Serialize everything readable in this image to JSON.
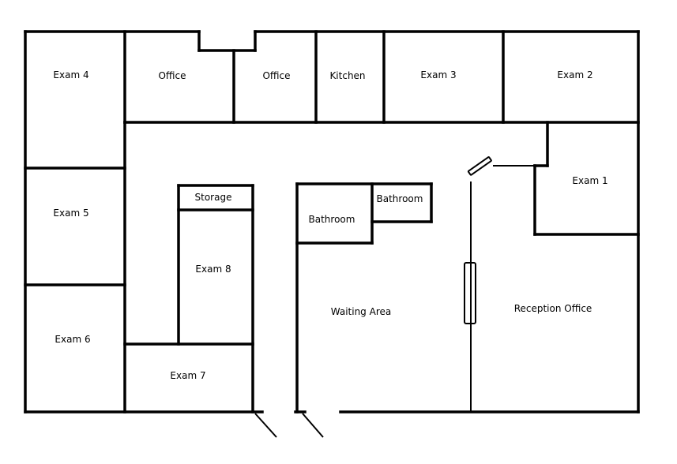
{
  "rooms": {
    "exam4": "Exam 4",
    "office_left": "Office",
    "office_right": "Office",
    "kitchen": "Kitchen",
    "exam3": "Exam 3",
    "exam2": "Exam 2",
    "exam5": "Exam 5",
    "exam6": "Exam 6",
    "storage": "Storage",
    "exam8": "Exam 8",
    "exam7": "Exam 7",
    "bathroom_left": "Bathroom",
    "bathroom_right": "Bathroom",
    "waiting_area": "Waiting Area",
    "exam1": "Exam 1",
    "reception_office": "Reception Office"
  },
  "colors": {
    "wall": "#000000",
    "background": "#ffffff"
  }
}
